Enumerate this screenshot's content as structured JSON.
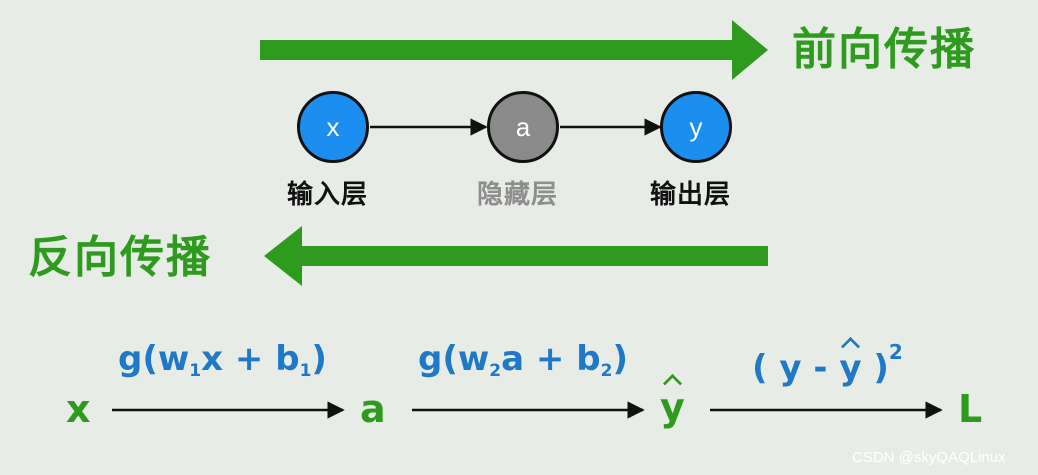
{
  "colors": {
    "background": "#e8ece6",
    "arrow_green": "#2e9a1e",
    "formula_blue": "#1f79c8",
    "node_blue": "#1b8ef0",
    "node_gray": "#8a8a8a"
  },
  "forward": {
    "label": "前向传播"
  },
  "backward": {
    "label": "反向传播"
  },
  "nodes": [
    {
      "symbol": "x",
      "layer_label": "输入层"
    },
    {
      "symbol": "a",
      "layer_label": "隐藏层"
    },
    {
      "symbol": "y",
      "layer_label": "输出层"
    }
  ],
  "chain": {
    "symbols": [
      "x",
      "a",
      "y",
      "L"
    ],
    "f1": {
      "fn": "g(w",
      "s1": "1",
      "mid": "x + b",
      "s2": "1",
      "end": ")"
    },
    "f2": {
      "fn": "g(w",
      "s1": "2",
      "mid": "a + b",
      "s2": "2",
      "end": ")"
    },
    "f3": {
      "open": "( y - ",
      "hat": "y",
      "close": " )",
      "exp": "2"
    }
  },
  "watermark": "CSDN @skyQAQLinux"
}
